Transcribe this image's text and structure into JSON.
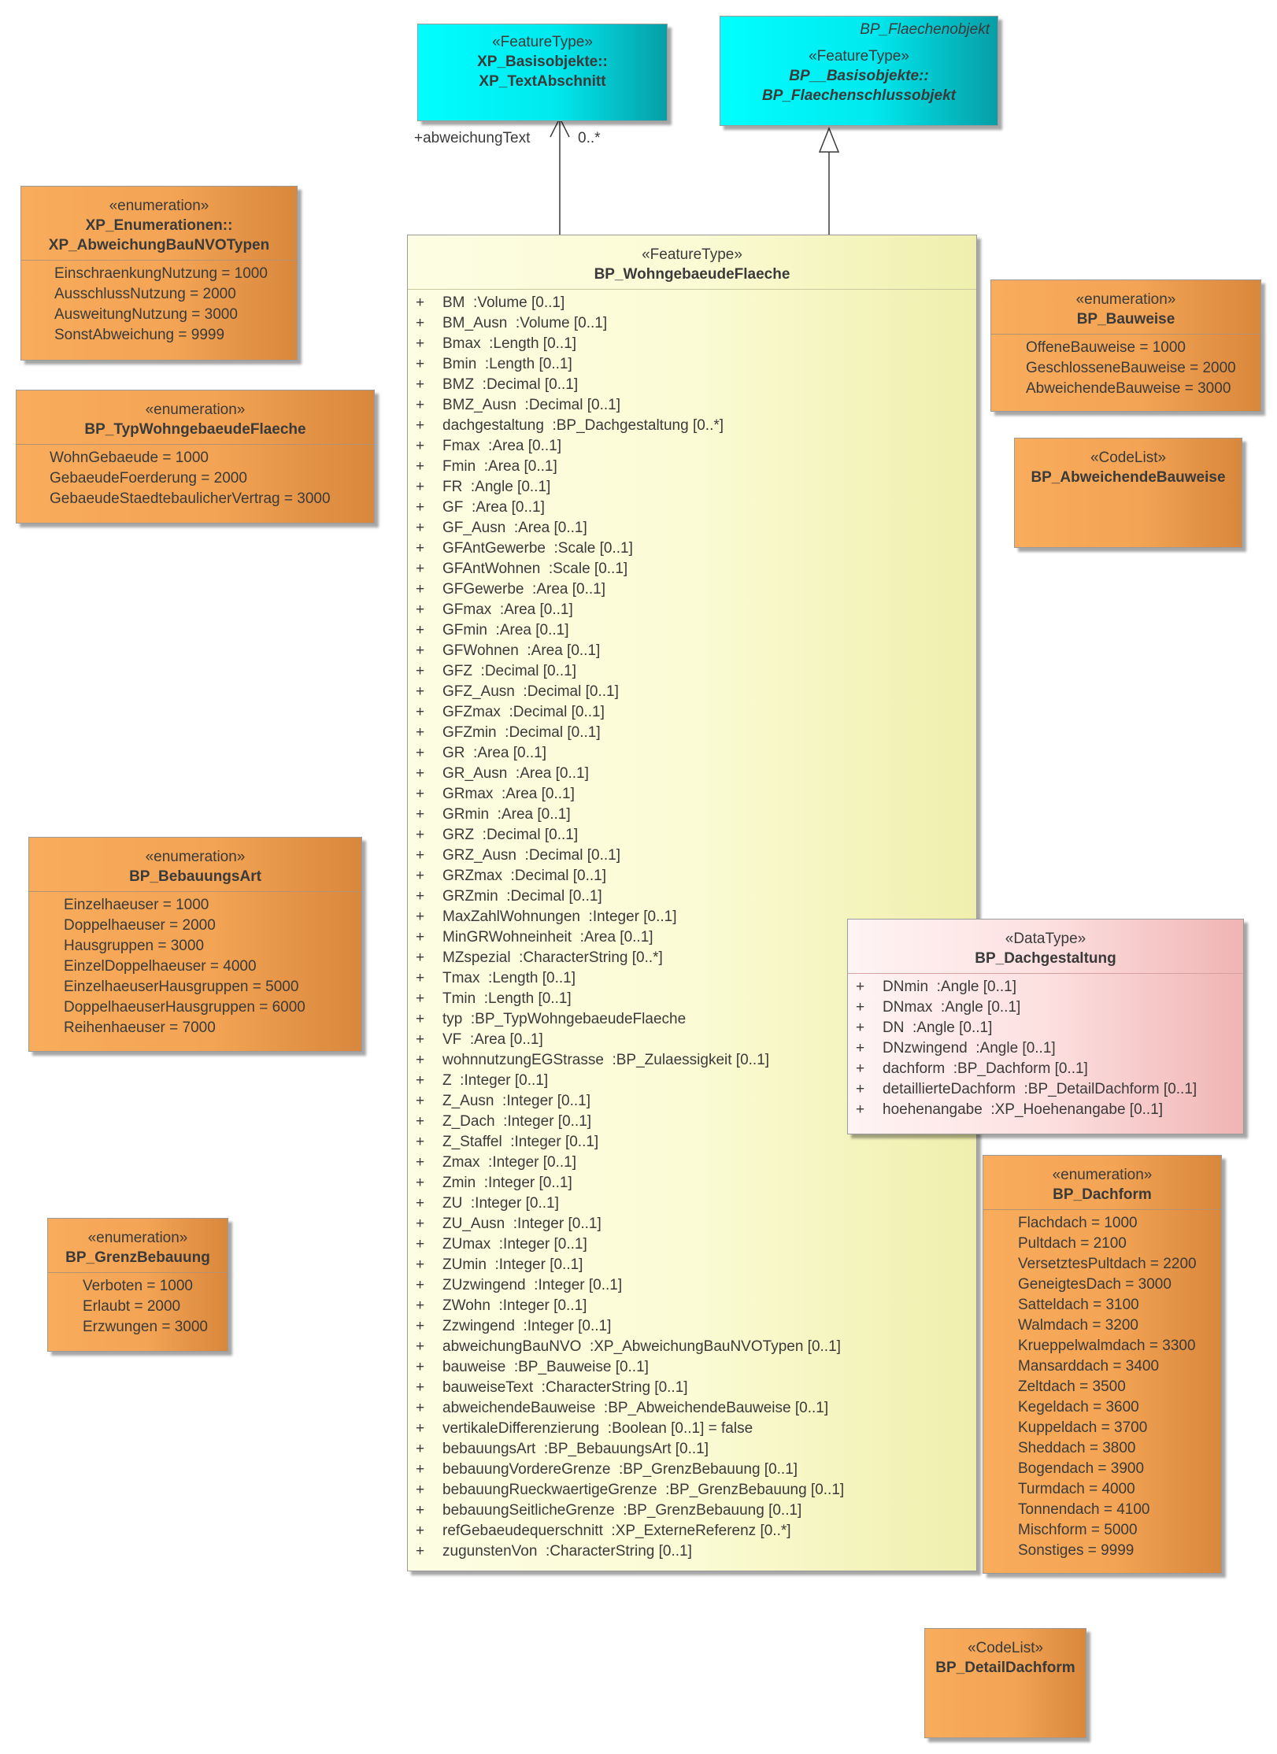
{
  "diagram": {
    "texttype": {
      "stereotype": "«FeatureType»",
      "name_line1": "XP_Basisobjekte::",
      "name_line2": "XP_TextAbschnitt"
    },
    "flaechen": {
      "abstract_title": "BP_Flaechenobjekt",
      "stereotype": "«FeatureType»",
      "name_line1": "BP__Basisobjekte::",
      "name_line2": "BP_Flaechenschlussobjekt"
    },
    "association": {
      "role": "+abweichungText",
      "multiplicity": "0..*"
    },
    "abweichung": {
      "stereotype": "«enumeration»",
      "name_line1": "XP_Enumerationen::",
      "name_line2": "XP_AbweichungBauNVOTypen",
      "literals": [
        "EinschraenkungNutzung = 1000",
        "AusschlussNutzung = 2000",
        "AusweitungNutzung = 3000",
        "SonstAbweichung = 9999"
      ]
    },
    "typwohn": {
      "stereotype": "«enumeration»",
      "name": "BP_TypWohngebaeudeFlaeche",
      "literals": [
        "WohnGebaeude = 1000",
        "GebaeudeFoerderung = 2000",
        "GebaeudeStaedtebaulicherVertrag = 3000"
      ]
    },
    "bebauungsart": {
      "stereotype": "«enumeration»",
      "name": "BP_BebauungsArt",
      "literals": [
        "Einzelhaeuser = 1000",
        "Doppelhaeuser = 2000",
        "Hausgruppen = 3000",
        "EinzelDoppelhaeuser = 4000",
        "EinzelhaeuserHausgruppen = 5000",
        "DoppelhaeuserHausgruppen = 6000",
        "Reihenhaeuser = 7000"
      ]
    },
    "grenz": {
      "stereotype": "«enumeration»",
      "name": "BP_GrenzBebauung",
      "literals": [
        "Verboten = 1000",
        "Erlaubt = 2000",
        "Erzwungen = 3000"
      ]
    },
    "main": {
      "stereotype": "«FeatureType»",
      "name": "BP_WohngebaeudeFlaeche",
      "attributes": [
        [
          "+",
          "BM  :Volume [0..1]"
        ],
        [
          "+",
          "BM_Ausn  :Volume [0..1]"
        ],
        [
          "+",
          "Bmax  :Length [0..1]"
        ],
        [
          "+",
          "Bmin  :Length [0..1]"
        ],
        [
          "+",
          "BMZ  :Decimal [0..1]"
        ],
        [
          "+",
          "BMZ_Ausn  :Decimal [0..1]"
        ],
        [
          "+",
          "dachgestaltung  :BP_Dachgestaltung [0..*]"
        ],
        [
          "+",
          "Fmax  :Area [0..1]"
        ],
        [
          "+",
          "Fmin  :Area [0..1]"
        ],
        [
          "+",
          "FR  :Angle [0..1]"
        ],
        [
          "+",
          "GF  :Area [0..1]"
        ],
        [
          "+",
          "GF_Ausn  :Area [0..1]"
        ],
        [
          "+",
          "GFAntGewerbe  :Scale [0..1]"
        ],
        [
          "+",
          "GFAntWohnen  :Scale [0..1]"
        ],
        [
          "+",
          "GFGewerbe  :Area [0..1]"
        ],
        [
          "+",
          "GFmax  :Area [0..1]"
        ],
        [
          "+",
          "GFmin  :Area [0..1]"
        ],
        [
          "+",
          "GFWohnen  :Area [0..1]"
        ],
        [
          "+",
          "GFZ  :Decimal [0..1]"
        ],
        [
          "+",
          "GFZ_Ausn  :Decimal [0..1]"
        ],
        [
          "+",
          "GFZmax  :Decimal [0..1]"
        ],
        [
          "+",
          "GFZmin  :Decimal [0..1]"
        ],
        [
          "+",
          "GR  :Area [0..1]"
        ],
        [
          "+",
          "GR_Ausn  :Area [0..1]"
        ],
        [
          "+",
          "GRmax  :Area [0..1]"
        ],
        [
          "+",
          "GRmin  :Area [0..1]"
        ],
        [
          "+",
          "GRZ  :Decimal [0..1]"
        ],
        [
          "+",
          "GRZ_Ausn  :Decimal [0..1]"
        ],
        [
          "+",
          "GRZmax  :Decimal [0..1]"
        ],
        [
          "+",
          "GRZmin  :Decimal [0..1]"
        ],
        [
          "+",
          "MaxZahlWohnungen  :Integer [0..1]"
        ],
        [
          "+",
          "MinGRWohneinheit  :Area [0..1]"
        ],
        [
          "+",
          "MZspezial  :CharacterString [0..*]"
        ],
        [
          "+",
          "Tmax  :Length [0..1]"
        ],
        [
          "+",
          "Tmin  :Length [0..1]"
        ],
        [
          "+",
          "typ  :BP_TypWohngebaeudeFlaeche"
        ],
        [
          "+",
          "VF  :Area [0..1]"
        ],
        [
          "+",
          "wohnnutzungEGStrasse  :BP_Zulaessigkeit [0..1]"
        ],
        [
          "+",
          "Z  :Integer [0..1]"
        ],
        [
          "+",
          "Z_Ausn  :Integer [0..1]"
        ],
        [
          "+",
          "Z_Dach  :Integer [0..1]"
        ],
        [
          "+",
          "Z_Staffel  :Integer [0..1]"
        ],
        [
          "+",
          "Zmax  :Integer [0..1]"
        ],
        [
          "+",
          "Zmin  :Integer [0..1]"
        ],
        [
          "+",
          "ZU  :Integer [0..1]"
        ],
        [
          "+",
          "ZU_Ausn  :Integer [0..1]"
        ],
        [
          "+",
          "ZUmax  :Integer [0..1]"
        ],
        [
          "+",
          "ZUmin  :Integer [0..1]"
        ],
        [
          "+",
          "ZUzwingend  :Integer [0..1]"
        ],
        [
          "+",
          "ZWohn  :Integer [0..1]"
        ],
        [
          "+",
          "Zzwingend  :Integer [0..1]"
        ],
        [
          "+",
          "abweichungBauNVO  :XP_AbweichungBauNVOTypen [0..1]"
        ],
        [
          "+",
          "bauweise  :BP_Bauweise [0..1]"
        ],
        [
          "+",
          "bauweiseText  :CharacterString [0..1]"
        ],
        [
          "+",
          "abweichendeBauweise  :BP_AbweichendeBauweise [0..1]"
        ],
        [
          "+",
          "vertikaleDifferenzierung  :Boolean [0..1] = false"
        ],
        [
          "+",
          "bebauungsArt  :BP_BebauungsArt [0..1]"
        ],
        [
          "+",
          "bebauungVordereGrenze  :BP_GrenzBebauung [0..1]"
        ],
        [
          "+",
          "bebauungRueckwaertigeGrenze  :BP_GrenzBebauung [0..1]"
        ],
        [
          "+",
          "bebauungSeitlicheGrenze  :BP_GrenzBebauung [0..1]"
        ],
        [
          "+",
          "refGebaeudequerschnitt  :XP_ExterneReferenz [0..*]"
        ],
        [
          "+",
          "zugunstenVon  :CharacterString [0..1]"
        ]
      ]
    },
    "bauweise": {
      "stereotype": "«enumeration»",
      "name": "BP_Bauweise",
      "literals": [
        "OffeneBauweise = 1000",
        "GeschlosseneBauweise = 2000",
        "AbweichendeBauweise = 3000"
      ]
    },
    "abwbauweise": {
      "stereotype": "«CodeList»",
      "name": "BP_AbweichendeBauweise"
    },
    "dachgestaltung": {
      "stereotype": "«DataType»",
      "name": "BP_Dachgestaltung",
      "attributes": [
        [
          "+",
          "DNmin  :Angle [0..1]"
        ],
        [
          "+",
          "DNmax  :Angle [0..1]"
        ],
        [
          "+",
          "DN  :Angle [0..1]"
        ],
        [
          "+",
          "DNzwingend  :Angle [0..1]"
        ],
        [
          "+",
          "dachform  :BP_Dachform [0..1]"
        ],
        [
          "+",
          "detaillierteDachform  :BP_DetailDachform [0..1]"
        ],
        [
          "+",
          "hoehenangabe  :XP_Hoehenangabe [0..1]"
        ]
      ]
    },
    "dachform": {
      "stereotype": "«enumeration»",
      "name": "BP_Dachform",
      "literals": [
        "Flachdach = 1000",
        "Pultdach = 2100",
        "VersetztesPultdach = 2200",
        "GeneigtesDach = 3000",
        "Satteldach = 3100",
        "Walmdach = 3200",
        "Krueppelwalmdach = 3300",
        "Mansarddach = 3400",
        "Zeltdach = 3500",
        "Kegeldach = 3600",
        "Kuppeldach = 3700",
        "Sheddach = 3800",
        "Bogendach = 3900",
        "Turmdach = 4000",
        "Tonnendach = 4100",
        "Mischform = 5000",
        "Sonstiges = 9999"
      ]
    },
    "detaildach": {
      "stereotype": "«CodeList»",
      "name": "BP_DetailDachform"
    }
  }
}
